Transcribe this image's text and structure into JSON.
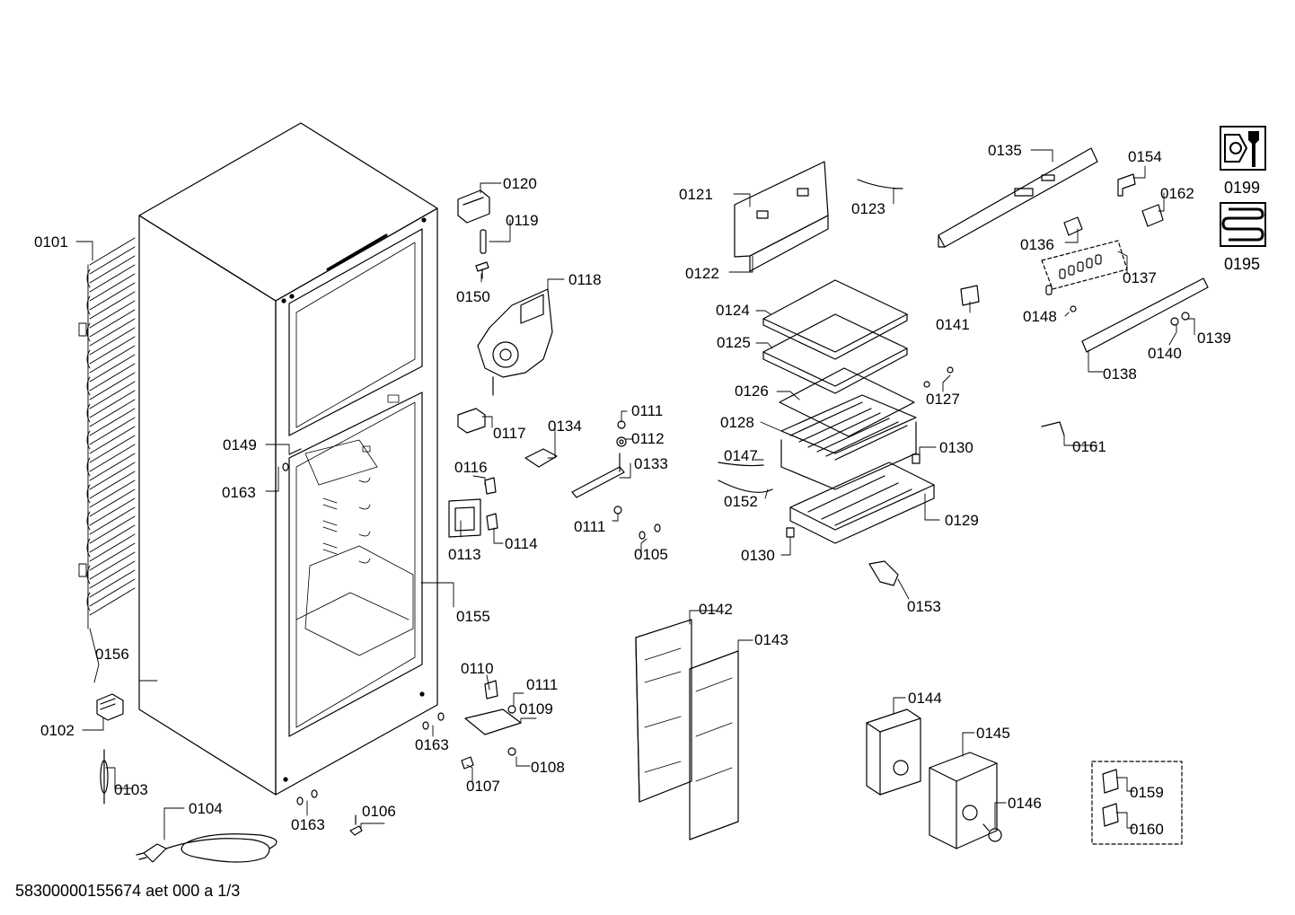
{
  "footer": {
    "doc_code": "58300000155674 aet 000 a 1/3"
  },
  "icons": [
    {
      "name": "tools-icon",
      "label": "0199"
    },
    {
      "name": "condenser-coil-icon",
      "label": "0195"
    }
  ],
  "part_numbers": [
    "0101",
    "0102",
    "0103",
    "0104",
    "0105",
    "0106",
    "0107",
    "0108",
    "0109",
    "0110",
    "0111",
    "0112",
    "0113",
    "0114",
    "0116",
    "0117",
    "0118",
    "0119",
    "0120",
    "0121",
    "0122",
    "0123",
    "0124",
    "0125",
    "0126",
    "0127",
    "0128",
    "0129",
    "0130",
    "0133",
    "0134",
    "0135",
    "0136",
    "0137",
    "0138",
    "0139",
    "0140",
    "0141",
    "0142",
    "0143",
    "0144",
    "0145",
    "0146",
    "0147",
    "0148",
    "0149",
    "0150",
    "0152",
    "0153",
    "0154",
    "0155",
    "0156",
    "0159",
    "0160",
    "0161",
    "0162",
    "0163"
  ],
  "callouts": [
    {
      "id": "c-0101",
      "text": "0101"
    },
    {
      "id": "c-0102",
      "text": "0102"
    },
    {
      "id": "c-0103",
      "text": "0103"
    },
    {
      "id": "c-0104",
      "text": "0104"
    },
    {
      "id": "c-0105",
      "text": "0105"
    },
    {
      "id": "c-0106",
      "text": "0106"
    },
    {
      "id": "c-0107",
      "text": "0107"
    },
    {
      "id": "c-0108",
      "text": "0108"
    },
    {
      "id": "c-0109",
      "text": "0109"
    },
    {
      "id": "c-0110",
      "text": "0110"
    },
    {
      "id": "c-0111a",
      "text": "0111"
    },
    {
      "id": "c-0111b",
      "text": "0111"
    },
    {
      "id": "c-0111c",
      "text": "0111"
    },
    {
      "id": "c-0112",
      "text": "0112"
    },
    {
      "id": "c-0113",
      "text": "0113"
    },
    {
      "id": "c-0114",
      "text": "0114"
    },
    {
      "id": "c-0116",
      "text": "0116"
    },
    {
      "id": "c-0117",
      "text": "0117"
    },
    {
      "id": "c-0118",
      "text": "0118"
    },
    {
      "id": "c-0119",
      "text": "0119"
    },
    {
      "id": "c-0120",
      "text": "0120"
    },
    {
      "id": "c-0121",
      "text": "0121"
    },
    {
      "id": "c-0122",
      "text": "0122"
    },
    {
      "id": "c-0123",
      "text": "0123"
    },
    {
      "id": "c-0124",
      "text": "0124"
    },
    {
      "id": "c-0125",
      "text": "0125"
    },
    {
      "id": "c-0126",
      "text": "0126"
    },
    {
      "id": "c-0127",
      "text": "0127"
    },
    {
      "id": "c-0128",
      "text": "0128"
    },
    {
      "id": "c-0129",
      "text": "0129"
    },
    {
      "id": "c-0130a",
      "text": "0130"
    },
    {
      "id": "c-0130b",
      "text": "0130"
    },
    {
      "id": "c-0133",
      "text": "0133"
    },
    {
      "id": "c-0134",
      "text": "0134"
    },
    {
      "id": "c-0135",
      "text": "0135"
    },
    {
      "id": "c-0136",
      "text": "0136"
    },
    {
      "id": "c-0137",
      "text": "0137"
    },
    {
      "id": "c-0138",
      "text": "0138"
    },
    {
      "id": "c-0139",
      "text": "0139"
    },
    {
      "id": "c-0140",
      "text": "0140"
    },
    {
      "id": "c-0141",
      "text": "0141"
    },
    {
      "id": "c-0142",
      "text": "0142"
    },
    {
      "id": "c-0143",
      "text": "0143"
    },
    {
      "id": "c-0144",
      "text": "0144"
    },
    {
      "id": "c-0145",
      "text": "0145"
    },
    {
      "id": "c-0146",
      "text": "0146"
    },
    {
      "id": "c-0147",
      "text": "0147"
    },
    {
      "id": "c-0148",
      "text": "0148"
    },
    {
      "id": "c-0149",
      "text": "0149"
    },
    {
      "id": "c-0150",
      "text": "0150"
    },
    {
      "id": "c-0152",
      "text": "0152"
    },
    {
      "id": "c-0153",
      "text": "0153"
    },
    {
      "id": "c-0154",
      "text": "0154"
    },
    {
      "id": "c-0155",
      "text": "0155"
    },
    {
      "id": "c-0156",
      "text": "0156"
    },
    {
      "id": "c-0159",
      "text": "0159"
    },
    {
      "id": "c-0160",
      "text": "0160"
    },
    {
      "id": "c-0161",
      "text": "0161"
    },
    {
      "id": "c-0162",
      "text": "0162"
    },
    {
      "id": "c-0163a",
      "text": "0163"
    },
    {
      "id": "c-0163b",
      "text": "0163"
    },
    {
      "id": "c-0163c",
      "text": "0163"
    }
  ]
}
